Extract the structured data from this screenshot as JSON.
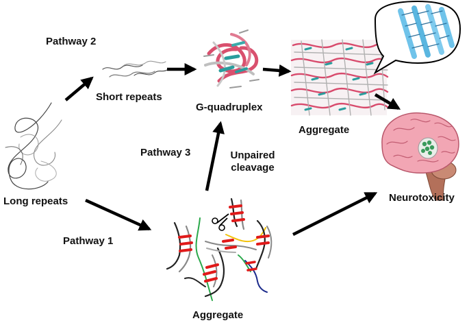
{
  "labels": {
    "pathway2": "Pathway 2",
    "pathway3": "Pathway 3",
    "pathway1": "Pathway 1",
    "short_repeats": "Short repeats",
    "g_quadruplex": "G-quadruplex",
    "aggregate_top": "Aggregate",
    "unpaired_cleavage_line1": "Unpaired",
    "unpaired_cleavage_line2": "cleavage",
    "long_repeats": "Long repeats",
    "neurotoxicity": "Neurotoxicity",
    "aggregate_bottom": "Aggregate"
  },
  "colors": {
    "arrow": "#000000",
    "quadruplex_pink": "#d9506e",
    "quadruplex_teal": "#2a9d9d",
    "aggregate_pink": "#d84a6c",
    "fibril_blue": "#6fc3ea",
    "brain_pink": "#f2a6b4",
    "brain_stem": "#b3705a",
    "brain_spot": "#3a9a5b",
    "duplex_red": "#e01a1a",
    "strand_green": "#2aa84a",
    "strand_yellow": "#f2c20c",
    "strand_navy": "#1d2c8c"
  },
  "icons": [
    "scissors-icon",
    "brain-icon",
    "fibril-bubble-icon"
  ]
}
